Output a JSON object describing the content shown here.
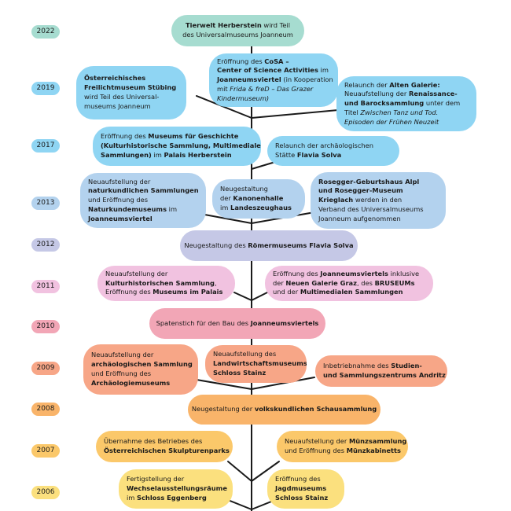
{
  "colors": {
    "c2022": "#a6dcd0",
    "c2019": "#8fd5f3",
    "c2017": "#8fd5f3",
    "c2013": "#b3d2ee",
    "c2012": "#c5c8e6",
    "c2011": "#f1c2e0",
    "c2010": "#f2a6b6",
    "c2009": "#f7a687",
    "c2008": "#f9b46a",
    "c2007": "#fbc86a",
    "c2006": "#fbe07e",
    "tree": "#1a1a1a"
  },
  "years": [
    "2022",
    "2019",
    "2017",
    "2013",
    "2012",
    "2011",
    "2010",
    "2009",
    "2008",
    "2007",
    "2006"
  ],
  "events": [
    [
      [
        {
          "t": "Tierwelt Herberstein",
          "b": true
        },
        {
          "t": " wird Teil"
        }
      ],
      [
        {
          "t": "des Universalmuseums Joanneum"
        }
      ]
    ],
    [
      [
        {
          "t": "Eröffnung des "
        },
        {
          "t": "CoSA –",
          "b": true
        }
      ],
      [
        {
          "t": "Center of Science Activities",
          "b": true
        },
        {
          "t": " im"
        }
      ],
      [
        {
          "t": "Joanneumsviertel",
          "b": true
        },
        {
          "t": " (in Kooperation"
        }
      ],
      [
        {
          "t": "mit "
        },
        {
          "t": "Frida & freD – Das Grazer",
          "i": true
        }
      ],
      [
        {
          "t": "Kindermuseum)",
          "i": true
        }
      ]
    ],
    [
      [
        {
          "t": "Österreichisches",
          "b": true
        }
      ],
      [
        {
          "t": "Freilichtmuseum Stübing",
          "b": true
        }
      ],
      [
        {
          "t": "wird Teil des Universal-"
        }
      ],
      [
        {
          "t": "museums Joanneum"
        }
      ]
    ],
    [
      [
        {
          "t": "Relaunch der "
        },
        {
          "t": "Alten Galerie:",
          "b": true
        }
      ],
      [
        {
          "t": "Neuaufstellung der "
        },
        {
          "t": "Renaissance-",
          "b": true
        }
      ],
      [
        {
          "t": "und Barocksammlung",
          "b": true
        },
        {
          "t": " unter dem"
        }
      ],
      [
        {
          "t": "Titel "
        },
        {
          "t": "Zwischen Tanz und Tod.",
          "i": true
        }
      ],
      [
        {
          "t": "Episoden der Frühen Neuzeit",
          "i": true
        }
      ]
    ],
    [
      [
        {
          "t": "Eröffnung des "
        },
        {
          "t": "Museums für Geschichte",
          "b": true
        }
      ],
      [
        {
          "t": "(Kulturhistorische Sammlung, Multimediale",
          "b": true
        }
      ],
      [
        {
          "t": "Sammlungen)",
          "b": true
        },
        {
          "t": " im "
        },
        {
          "t": "Palais Herberstein",
          "b": true
        }
      ]
    ],
    [
      [
        {
          "t": "Relaunch der archäologischen"
        }
      ],
      [
        {
          "t": "Stätte "
        },
        {
          "t": "Flavia Solva",
          "b": true
        }
      ]
    ],
    [
      [
        {
          "t": "Neuaufstellung der"
        }
      ],
      [
        {
          "t": "naturkundlichen Sammlungen",
          "b": true
        }
      ],
      [
        {
          "t": "und Eröffnung des"
        }
      ],
      [
        {
          "t": "Naturkundemuseums",
          "b": true
        },
        {
          "t": " im"
        }
      ],
      [
        {
          "t": "Joanneumsviertel",
          "b": true
        }
      ]
    ],
    [
      [
        {
          "t": "Neugestaltung"
        }
      ],
      [
        {
          "t": "der "
        },
        {
          "t": "Kanonenhalle",
          "b": true
        }
      ],
      [
        {
          "t": "im "
        },
        {
          "t": "Landeszeughaus",
          "b": true
        }
      ]
    ],
    [
      [
        {
          "t": "Rosegger-Geburtshaus Alpl",
          "b": true
        }
      ],
      [
        {
          "t": "und Rosegger-Museum",
          "b": true
        }
      ],
      [
        {
          "t": "Krieglach",
          "b": true
        },
        {
          "t": " werden in den"
        }
      ],
      [
        {
          "t": "Verband des Universalmuseums"
        }
      ],
      [
        {
          "t": "Joanneum aufgenommen"
        }
      ]
    ],
    [
      [
        {
          "t": "Neugestaltung des "
        },
        {
          "t": "Römermuseums Flavia Solva",
          "b": true
        }
      ]
    ],
    [
      [
        {
          "t": "Neuaufstellung der"
        }
      ],
      [
        {
          "t": "Kulturhistorischen Sammlung",
          "b": true
        },
        {
          "t": ","
        }
      ],
      [
        {
          "t": "Eröffnung des "
        },
        {
          "t": "Museums im Palais",
          "b": true
        }
      ]
    ],
    [
      [
        {
          "t": "Eröffnung des "
        },
        {
          "t": "Joanneumsviertels",
          "b": true
        },
        {
          "t": " inklusive"
        }
      ],
      [
        {
          "t": "der "
        },
        {
          "t": "Neuen Galerie Graz",
          "b": true
        },
        {
          "t": ", des "
        },
        {
          "t": "BRUSEUMs",
          "b": true
        }
      ],
      [
        {
          "t": "und der "
        },
        {
          "t": "Multimedialen Sammlungen",
          "b": true
        }
      ]
    ],
    [
      [
        {
          "t": "Spatenstich für den Bau des "
        },
        {
          "t": "Joanneumsviertels",
          "b": true
        }
      ]
    ],
    [
      [
        {
          "t": "Neuaufstellung der"
        }
      ],
      [
        {
          "t": "archäologischen Sammlung",
          "b": true
        }
      ],
      [
        {
          "t": "und Eröffnung des"
        }
      ],
      [
        {
          "t": "Archäologiemuseums",
          "b": true
        }
      ]
    ],
    [
      [
        {
          "t": "Neuaufstellung des"
        }
      ],
      [
        {
          "t": "Landwirtschaftsmuseums",
          "b": true
        }
      ],
      [
        {
          "t": "Schloss Stainz",
          "b": true
        }
      ]
    ],
    [
      [
        {
          "t": "Inbetriebnahme des "
        },
        {
          "t": "Studien-",
          "b": true
        }
      ],
      [
        {
          "t": "und Sammlungszentrums Andritz",
          "b": true
        }
      ]
    ],
    [
      [
        {
          "t": "Neugestaltung der "
        },
        {
          "t": "volkskundlichen Schausammlung",
          "b": true
        }
      ]
    ],
    [
      [
        {
          "t": "Übernahme des Betriebes des"
        }
      ],
      [
        {
          "t": "Österreichischen Skulpturenparks",
          "b": true
        }
      ]
    ],
    [
      [
        {
          "t": "Neuaufstellung der "
        },
        {
          "t": "Münzsammlung",
          "b": true
        }
      ],
      [
        {
          "t": "und Eröffnung des "
        },
        {
          "t": "Münzkabinetts",
          "b": true
        }
      ]
    ],
    [
      [
        {
          "t": "Fertigstellung der"
        }
      ],
      [
        {
          "t": "Wechselausstellungsräume",
          "b": true
        }
      ],
      [
        {
          "t": "im "
        },
        {
          "t": "Schloss Eggenberg",
          "b": true
        }
      ]
    ],
    [
      [
        {
          "t": "Eröffnung des"
        }
      ],
      [
        {
          "t": "Jagdmuseums",
          "b": true
        }
      ],
      [
        {
          "t": "Schloss Stainz",
          "b": true
        }
      ]
    ]
  ]
}
